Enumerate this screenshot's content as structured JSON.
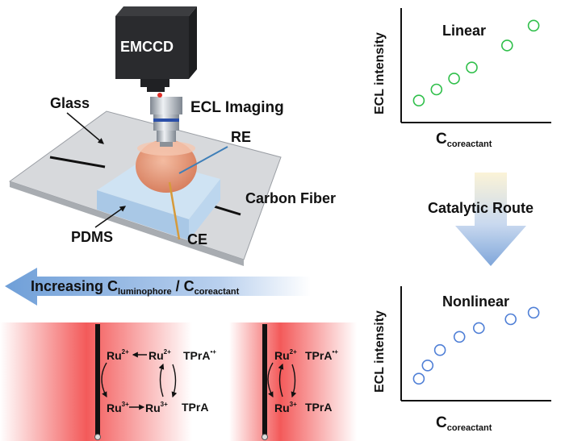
{
  "setup": {
    "camera_label": "EMCCD",
    "imaging_label": "ECL Imaging",
    "glass_label": "Glass",
    "re_label": "RE",
    "carbon_fiber_label": "Carbon Fiber",
    "ce_label": "CE",
    "pdms_label": "PDMS"
  },
  "ratio_arrow": {
    "prefix": "Increasing C",
    "sub1": "luminophore",
    "middle": " / C",
    "sub2": "coreactant"
  },
  "mechanism_left": {
    "ru2_a": "Ru",
    "ru2_a_sup": "2+",
    "ru2_b": "Ru",
    "ru2_b_sup": "2+",
    "tpra_radical": "TPrA",
    "tpra_radical_sup": "•+",
    "ru3_a": "Ru",
    "ru3_a_sup": "3+",
    "ru3_b": "Ru",
    "ru3_b_sup": "3+",
    "tpra": "TPrA"
  },
  "mechanism_right": {
    "ru2": "Ru",
    "ru2_sup": "2+",
    "tpra_radical": "TPrA",
    "tpra_radical_sup": "•+",
    "ru3": "Ru",
    "ru3_sup": "3+",
    "tpra": "TPrA"
  },
  "route": {
    "label": "Catalytic Route"
  },
  "colors": {
    "green_points": "#2fbf4a",
    "blue_points": "#4f7fd6",
    "arrow_blue": "#6f9fd8",
    "gradient_red": "#f04a4a"
  },
  "chart_data": [
    {
      "type": "scatter",
      "title": "Linear",
      "xlabel_main": "C",
      "xlabel_sub": "coreactant",
      "ylabel": "ECL intensity",
      "axes_ticks": false,
      "x": [
        1,
        2,
        3,
        4,
        6,
        7.5
      ],
      "y": [
        1.0,
        1.5,
        2.0,
        2.5,
        3.5,
        4.4
      ],
      "xlim": [
        0,
        8.5
      ],
      "ylim": [
        0,
        5.2
      ]
    },
    {
      "type": "scatter",
      "title": "Nonlinear",
      "xlabel_main": "C",
      "xlabel_sub": "coreactant",
      "ylabel": "ECL intensity",
      "axes_ticks": false,
      "x": [
        1,
        1.5,
        2.2,
        3.3,
        4.4,
        6.2,
        7.5
      ],
      "y": [
        1.0,
        1.6,
        2.3,
        2.9,
        3.3,
        3.7,
        4.0
      ],
      "xlim": [
        0,
        8.5
      ],
      "ylim": [
        0,
        5.2
      ]
    }
  ]
}
